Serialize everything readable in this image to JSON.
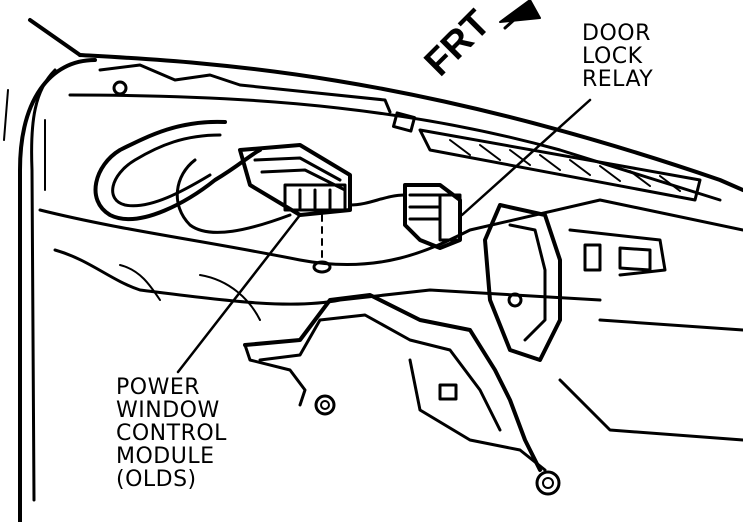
{
  "labels": {
    "front_marker": "FRT",
    "door_lock_relay": [
      "DOOR",
      "LOCK",
      "RELAY"
    ],
    "power_window_module": [
      "POWER",
      "WINDOW",
      "CONTROL",
      "MODULE",
      "(OLDS)"
    ]
  },
  "colors": {
    "ink": "#000000",
    "paper": "#ffffff"
  }
}
